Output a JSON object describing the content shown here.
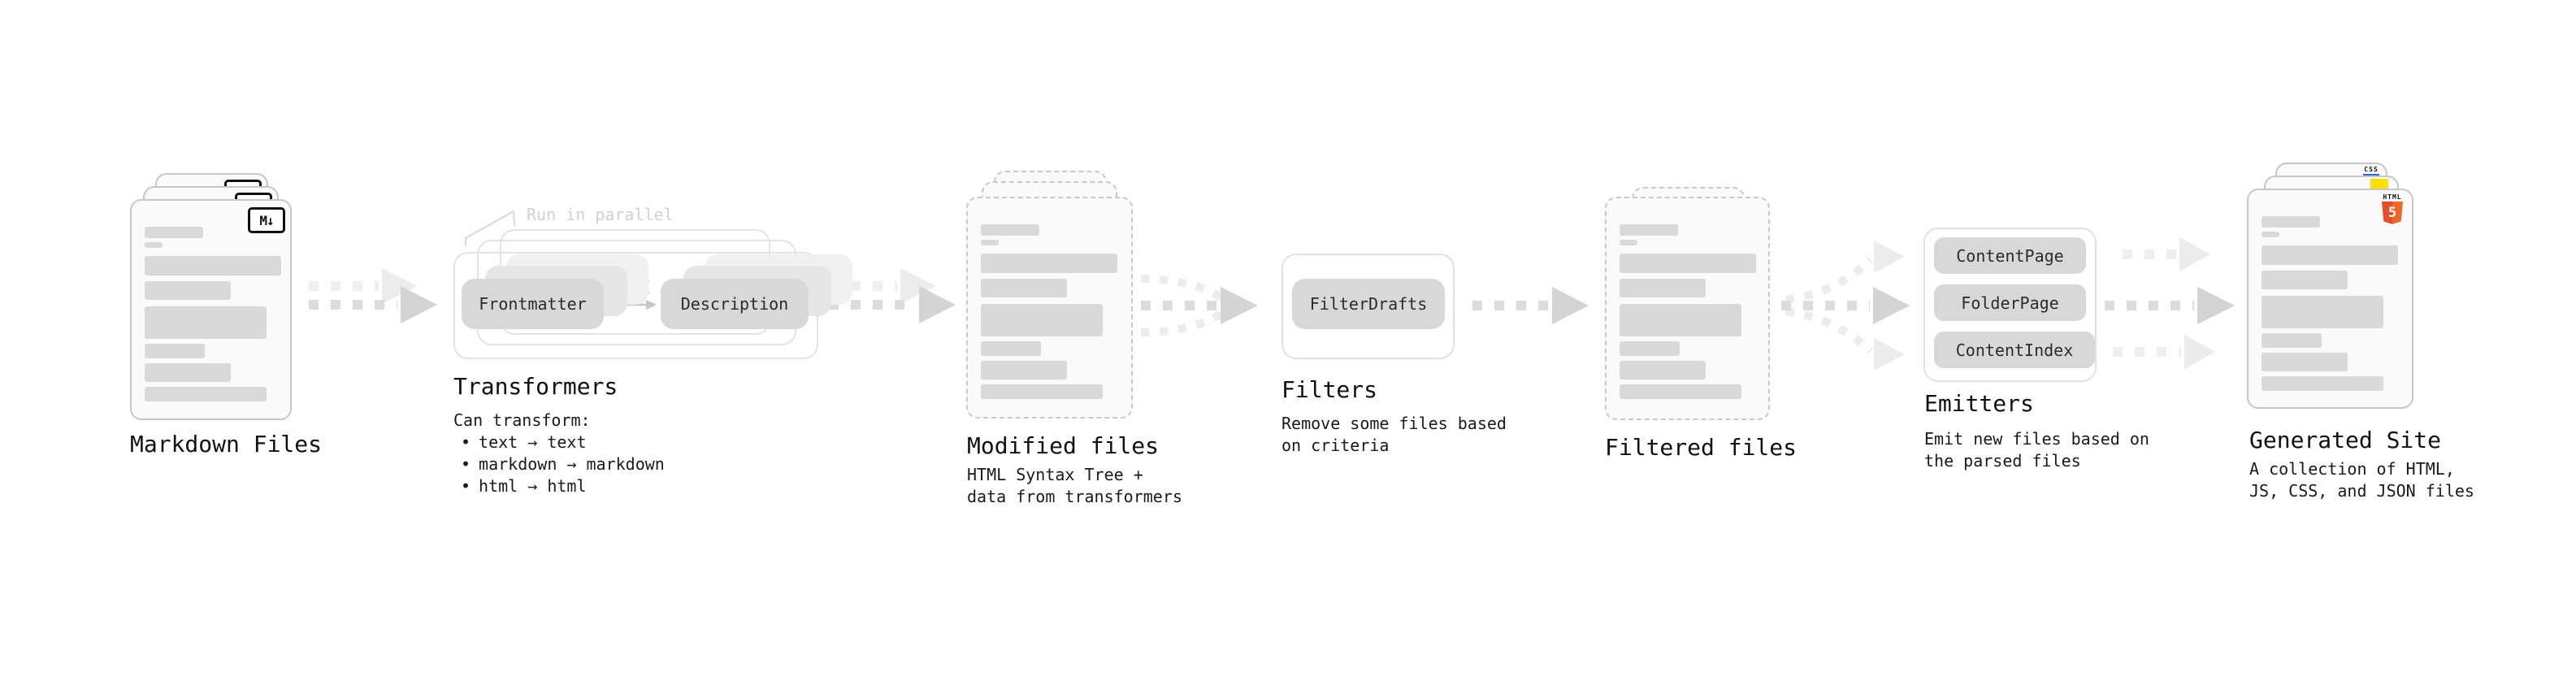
{
  "colors": {
    "html5_orange": "#e44d26",
    "html5_orange_light": "#f16529",
    "css_blue": "#2965f1",
    "js_yellow": "#ffdf00"
  },
  "stages": {
    "markdown_files": {
      "label": "Markdown Files",
      "badge_text": "M↓"
    },
    "transformers": {
      "label": "Transformers",
      "annotation": "Run in parallel",
      "node_a": "Frontmatter",
      "node_b": "Description",
      "caption_title": "Can transform:",
      "bullet_glyph": "•",
      "bullets": [
        "text → text",
        "markdown → markdown",
        "html → html"
      ]
    },
    "modified_files": {
      "label": "Modified files",
      "caption_lines": [
        "HTML Syntax Tree +",
        "data from transformers"
      ]
    },
    "filters": {
      "label": "Filters",
      "node": "FilterDrafts",
      "caption_lines": [
        "Remove some files based",
        "on criteria"
      ]
    },
    "filtered_files": {
      "label": "Filtered files"
    },
    "emitters": {
      "label": "Emitters",
      "nodes": [
        "ContentPage",
        "FolderPage",
        "ContentIndex"
      ],
      "caption_lines": [
        "Emit new files based on",
        "the parsed files"
      ]
    },
    "generated_site": {
      "label": "Generated Site",
      "caption_lines": [
        "A collection of HTML,",
        "JS, CSS, and JSON files"
      ],
      "html5_badge_top": "HTML",
      "html5_badge_number": "5",
      "css_badge": "CSS"
    }
  }
}
